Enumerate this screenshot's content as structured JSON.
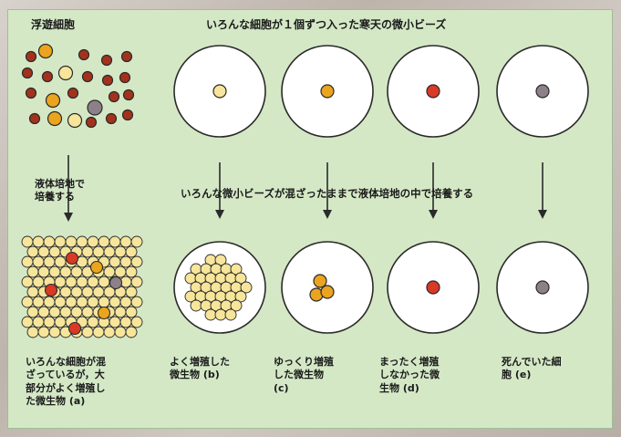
{
  "title_left": "浮遊細胞",
  "title_top": "いろんな細胞が１個ずつ入った寒天の微小ビーズ",
  "label_liquid": "液体培地で\n培養する",
  "label_mixed": "いろんな微小ビーズが混ざったままで液体培地の中で培養する",
  "captions": {
    "a": "いろんな細胞が混\nざっているが，大\n部分がよく増殖し\nた微生物 (a)",
    "b": "よく増殖した\n微生物 (b)",
    "c": "ゆっくり増殖\nした微生物\n(c)",
    "d": "まったく増殖\nしなかった微\n生物 (d)",
    "e": "死んでいた細\n胞 (e)"
  },
  "colors": {
    "panel_bg": "#d4e8c6",
    "dark_red": "#a3321c",
    "red": "#d83a26",
    "orange": "#eaa41e",
    "light_yellow": "#f6e59a",
    "gray": "#8d8189",
    "outline": "#2a2a2a"
  }
}
